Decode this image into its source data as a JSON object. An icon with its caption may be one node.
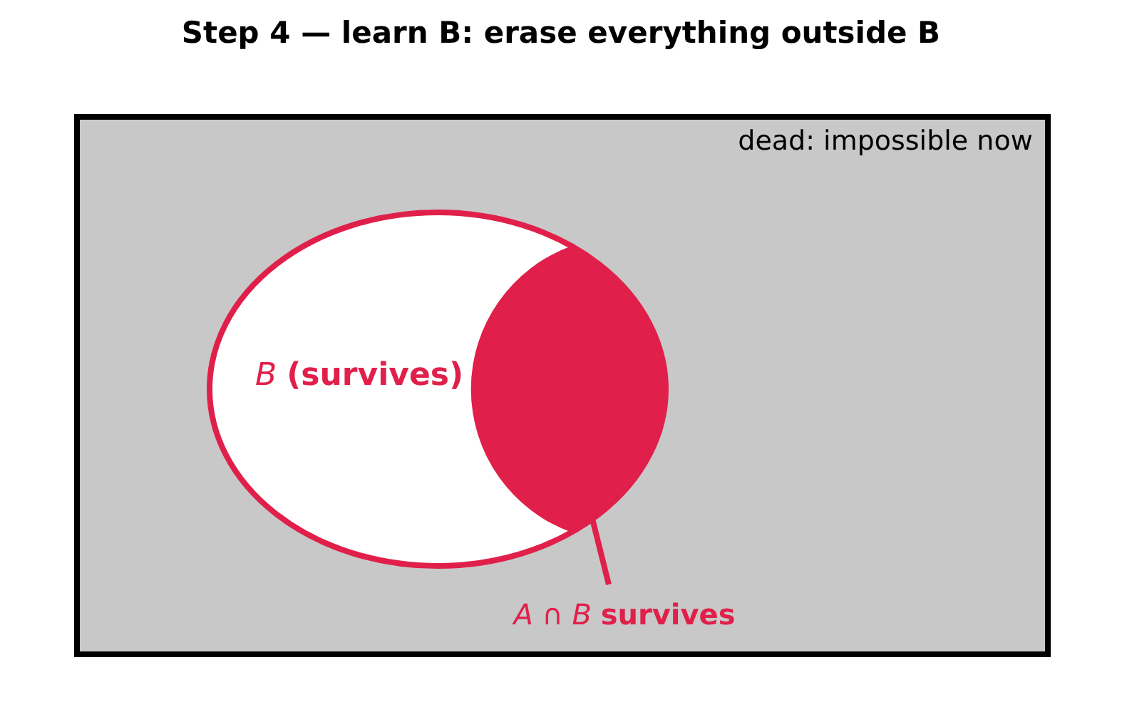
{
  "diagram": {
    "title": "Step 4 — learn B: erase everything outside B",
    "nodes": [
      {
        "text": [
          "dead: impossible now"
        ]
      },
      {
        "text": [
          "*B* **(survives)**"
        ],
        "in": 0
      },
      {
        "text": [],
        "shape": "lens",
        "in": 1
      },
      {
        "text": [
          "*A* ∩ *B* **survives**"
        ],
        "in": 0
      }
    ],
    "edges": [
      {
        "from": 3,
        "to": 2,
        "arrow": "none"
      }
    ]
  }
}
